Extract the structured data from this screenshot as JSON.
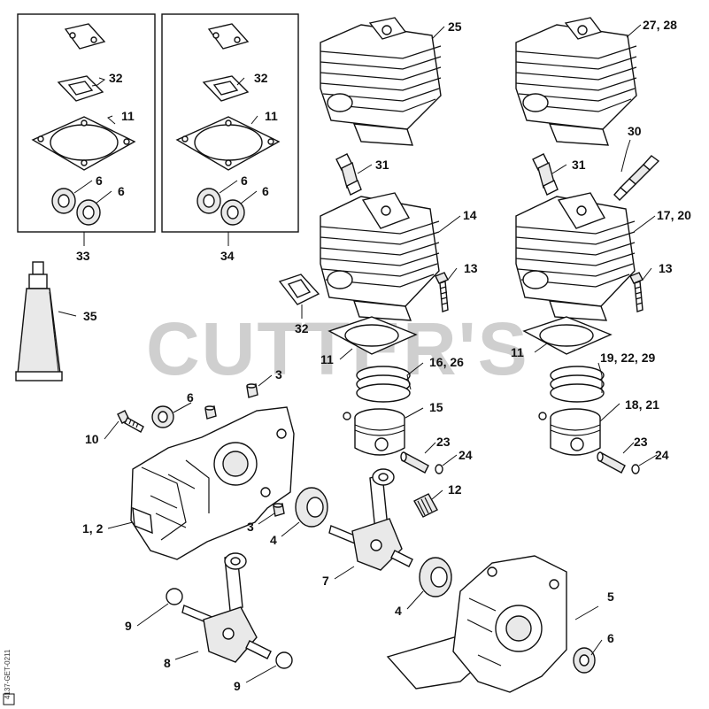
{
  "watermark": "CUTTER'S",
  "figure_code": "4137-GET-0211",
  "callouts": {
    "c25": "25",
    "c27": "27, 28",
    "c32a": "32",
    "c32b": "32",
    "c32c": "32",
    "c11a": "11",
    "c11b": "11",
    "c11c": "11",
    "c11d": "11",
    "c6a": "6",
    "c6b": "6",
    "c6c": "6",
    "c6d": "6",
    "c6e": "6",
    "c6f": "6",
    "c33": "33",
    "c34": "34",
    "c35": "35",
    "c31a": "31",
    "c31b": "31",
    "c30": "30",
    "c14": "14",
    "c17": "17, 20",
    "c13a": "13",
    "c13b": "13",
    "c16": "16, 26",
    "c19": "19, 22, 29",
    "c15": "15",
    "c18": "18, 21",
    "c23a": "23",
    "c23b": "23",
    "c24a": "24",
    "c24b": "24",
    "c12": "12",
    "c3a": "3",
    "c3b": "3",
    "c10": "10",
    "c1": "1, 2",
    "c4a": "4",
    "c4b": "4",
    "c7": "7",
    "c5": "5",
    "c9a": "9",
    "c9b": "9",
    "c8": "8"
  }
}
